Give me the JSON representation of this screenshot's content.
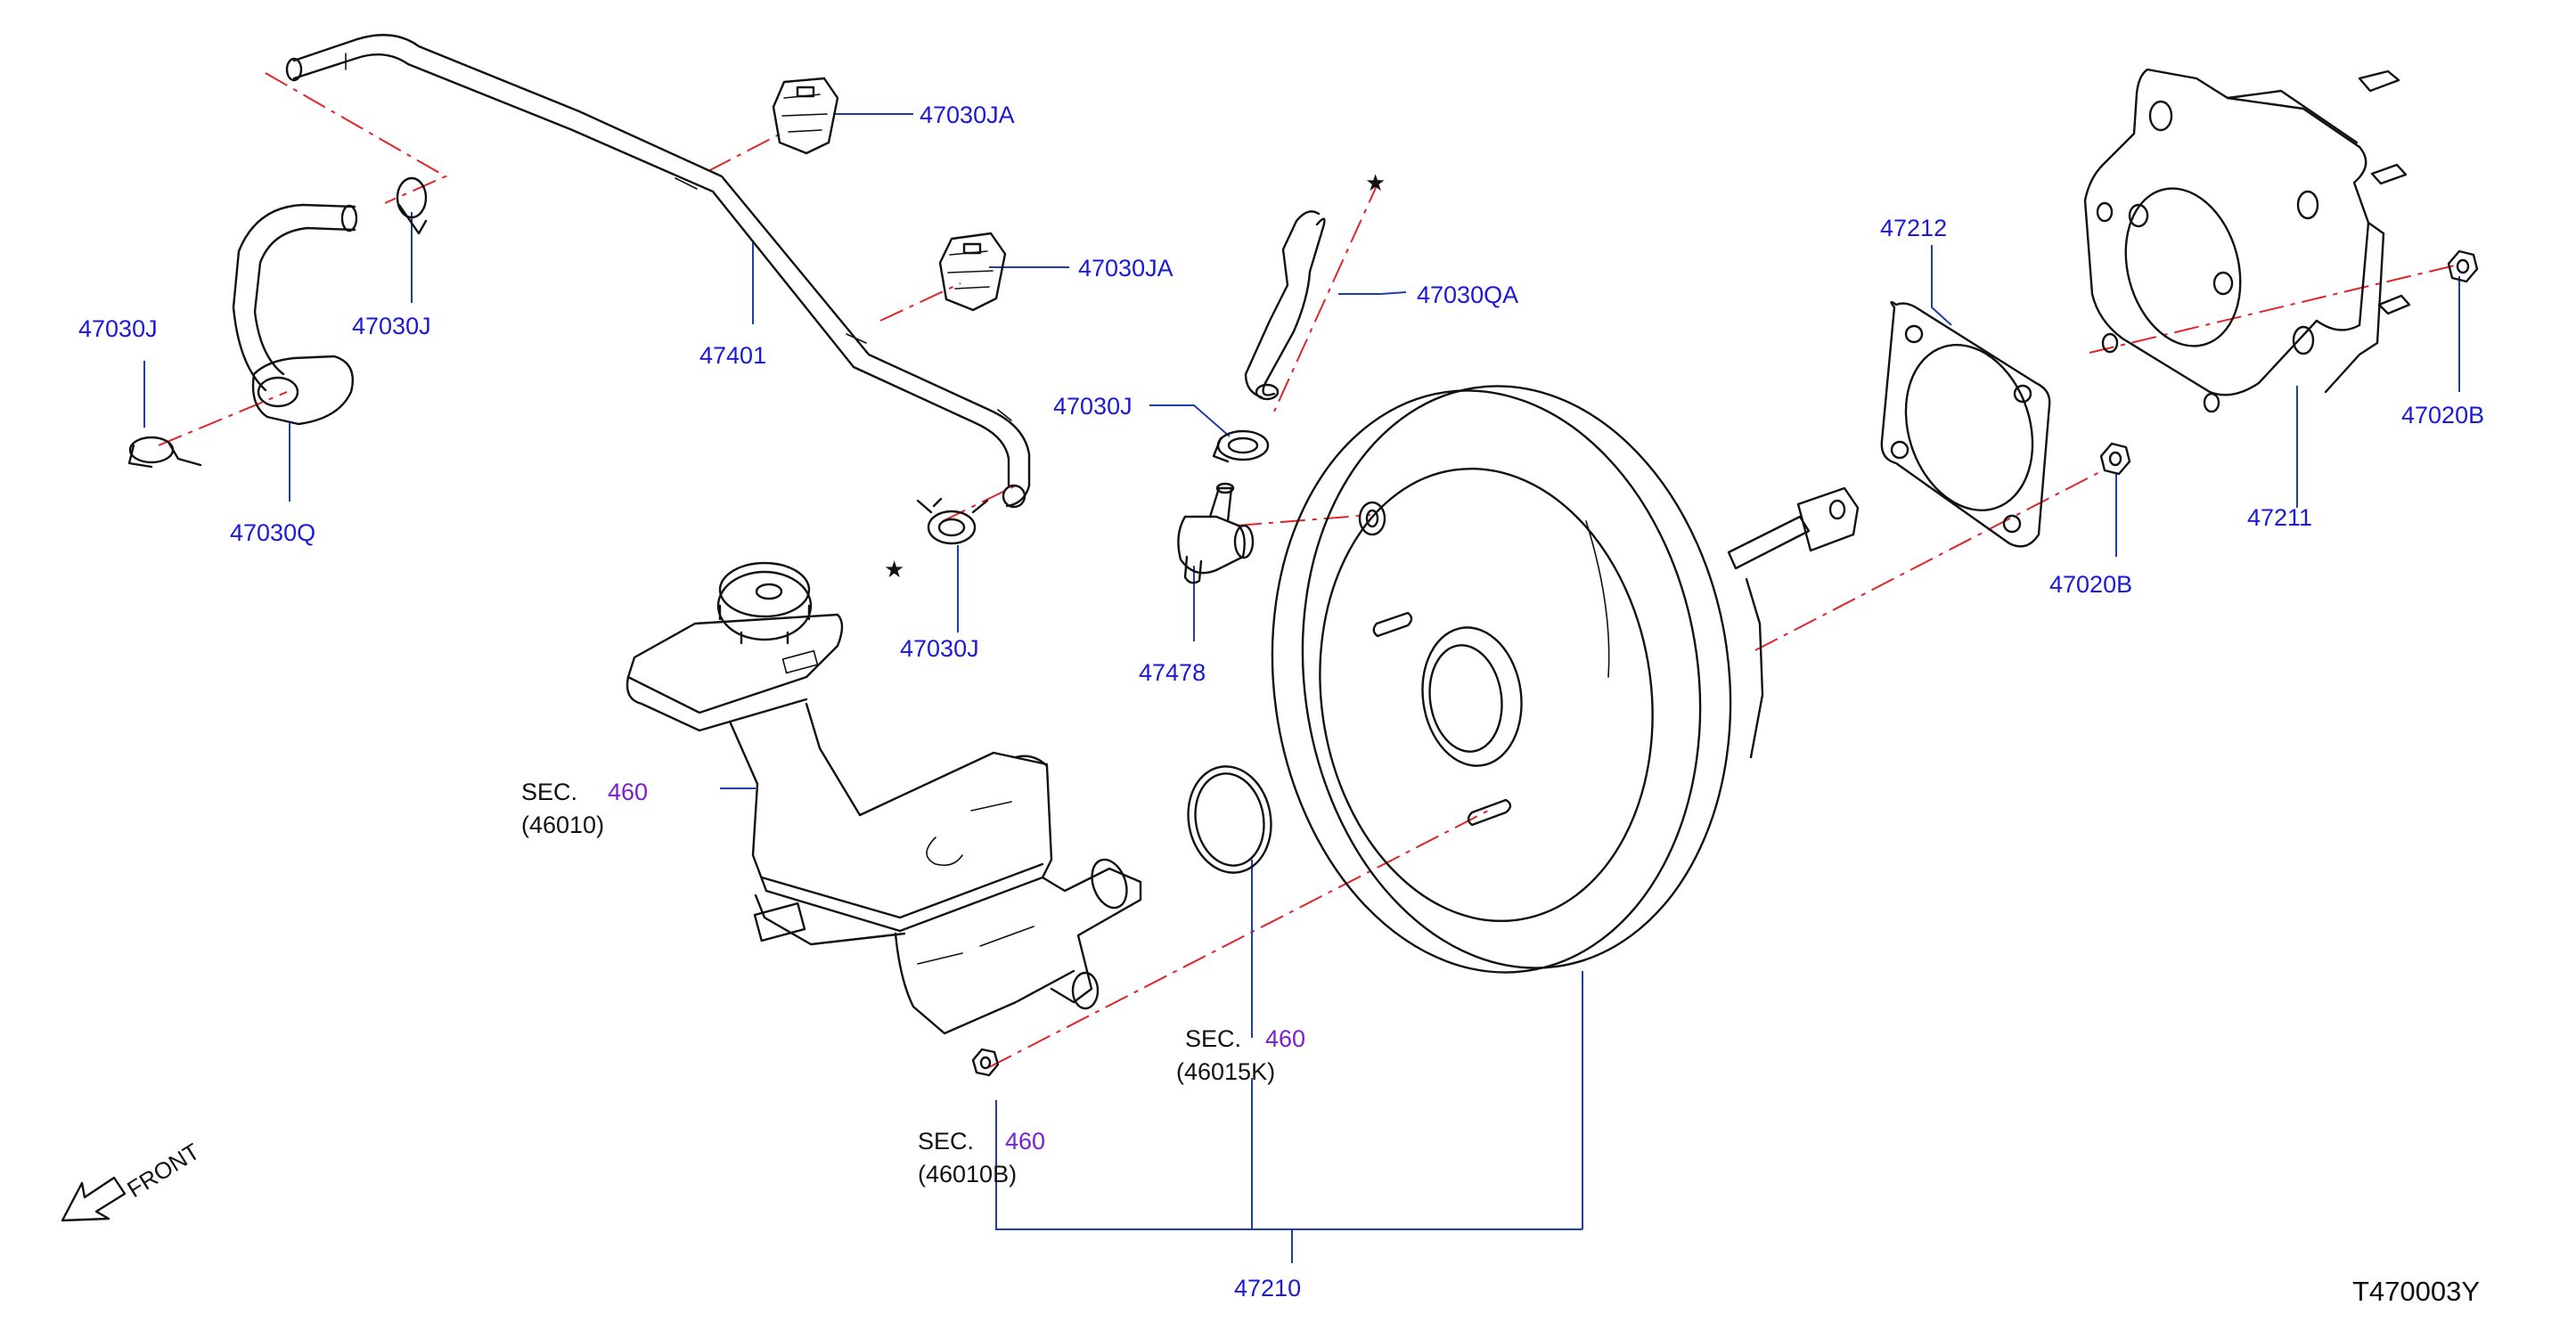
{
  "diagram_id": "T470003Y",
  "front_label": "FRONT",
  "star_symbol": "★",
  "colors": {
    "part_number": "#1a1ad6",
    "section_code": "#7a1fd0",
    "leader": "#1f3fa8",
    "alignment": "#e0242a",
    "part_outline": "#111111"
  },
  "parts": {
    "p47030JA_a": "47030JA",
    "p47030JA_b": "47030JA",
    "p47030J_a": "47030J",
    "p47030J_b": "47030J",
    "p47030J_c": "47030J",
    "p47030J_d": "47030J",
    "p47401": "47401",
    "p47030Q": "47030Q",
    "p47030QA": "47030QA",
    "p47478": "47478",
    "p47212": "47212",
    "p47211": "47211",
    "p47020B_a": "47020B",
    "p47020B_b": "47020B",
    "p47210": "47210"
  },
  "sections": {
    "master_cylinder": {
      "prefix": "SEC.",
      "code": "460",
      "ref": "(46010)"
    },
    "seal": {
      "prefix": "SEC.",
      "code": "460",
      "ref": "(46015K)"
    },
    "nut": {
      "prefix": "SEC.",
      "code": "460",
      "ref": "(46010B)"
    }
  }
}
